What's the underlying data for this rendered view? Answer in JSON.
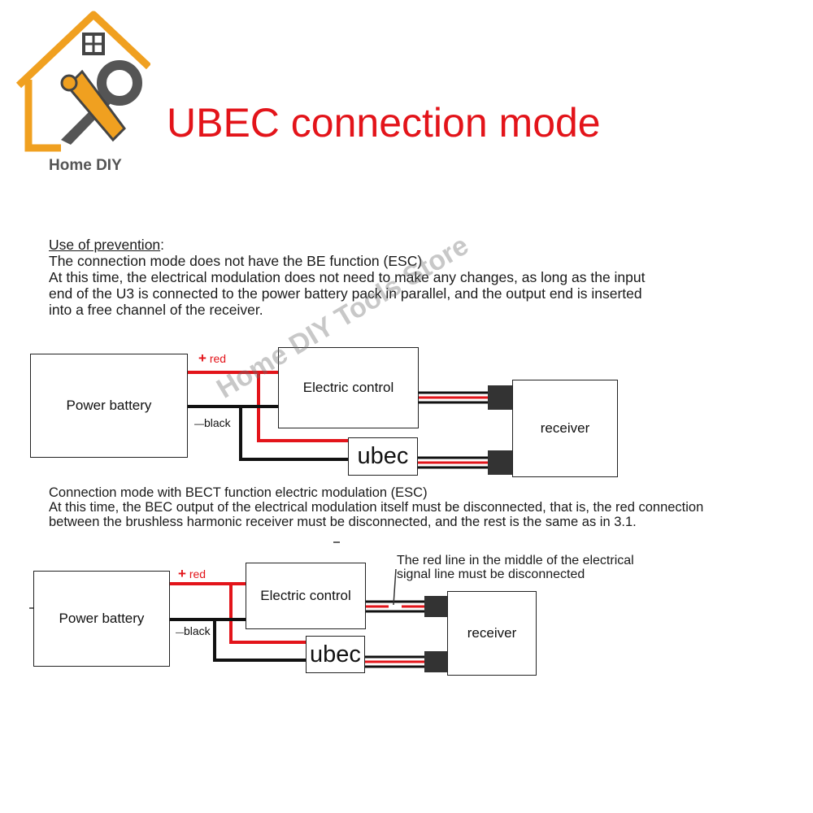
{
  "logo": {
    "text": "Home DIY",
    "icon": "house-wrench-screwdriver-icon",
    "accent": "#f0a020"
  },
  "title": "UBEC connection mode",
  "watermark": "Home DIY Tools Store",
  "section1": {
    "heading": "Use of prevention",
    "heading_suffix": ":",
    "lines": [
      "The connection mode does not have the BE function (ESC)",
      "At this time, the electrical modulation does not need to make any changes, as long as the input",
      "end of the U3 is connected to the power battery pack in parallel, and the output end is inserted",
      "into a free channel of the receiver."
    ]
  },
  "diagram1": {
    "power_battery": "Power battery",
    "red_sign": "+",
    "red_label": "red",
    "black_sign": "—",
    "black_label": "black",
    "electric_control": "Electric control",
    "ubec": "ubec",
    "receiver": "receiver"
  },
  "section2": {
    "lines": [
      "Connection mode with BECT function electric modulation (ESC)",
      "At this time, the BEC output of the electrical modulation itself must be disconnected, that is, the red connection",
      "between the brushless harmonic receiver must be disconnected, and the rest is the same as in 3.1."
    ]
  },
  "diagram2": {
    "power_battery": "Power battery",
    "red_sign": "+",
    "red_label": "red",
    "black_sign": "—",
    "black_label": "black",
    "electric_control": "Electric control",
    "ubec": "ubec",
    "receiver": "receiver",
    "note_lines": [
      "The red line in the middle of the electrical",
      "signal line must be disconnected"
    ]
  },
  "colors": {
    "title": "#e3141a",
    "wire_red": "#e3141a",
    "wire_black": "#111111"
  }
}
